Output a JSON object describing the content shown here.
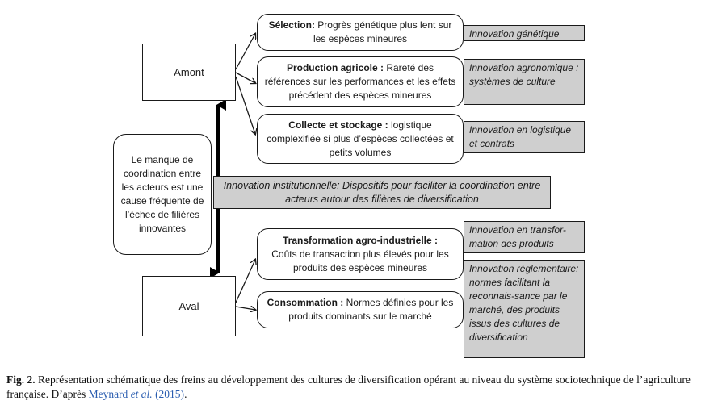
{
  "diagram": {
    "amont": "Amont",
    "aval": "Aval",
    "boxes": {
      "selection": {
        "title": "Sélection:",
        "text": " Progrès génétique plus lent sur les espèces mineures"
      },
      "production": {
        "title": "Production agricole :",
        "text": " Rareté des références sur les performances et les effets précédent des espèces mineures"
      },
      "collecte": {
        "title": "Collecte et stockage :",
        "text": " logistique complexifiée si plus d’espèces collectées et petits volumes"
      },
      "transformation": {
        "title": "Transformation agro-industrielle :",
        "text": "Coûts de transaction plus élevés pour les produits des espèces mineures"
      },
      "consommation": {
        "title": "Consommation :",
        "text": " Normes définies pour les produits dominants sur le marché"
      }
    },
    "innovations": {
      "genetique": "Innovation génétique",
      "agronomique": "Innovation agronomique : systèmes de culture",
      "logistique": "Innovation en logistique et contrats",
      "institutionnelle": "Innovation institutionnelle: Dispositifs pour faciliter la coordination entre acteurs autour des filières de diversification",
      "transformation": "Innovation en transfor-mation des produits",
      "reglementaire": "Innovation réglementaire: normes facilitant la reconnais-sance par le marché, des produits issus des cultures de diversification"
    },
    "side_note": "Le manque de coordination entre les acteurs est une cause fréquente de l’échec de filières innovantes"
  },
  "caption": {
    "label": "Fig. 2.",
    "text": " Représentation schématique des freins au développement des cultures de diversification opérant au niveau du système sociotechnique de l’agriculture française. D’après ",
    "ref_author": "Meynard",
    "ref_etal": "et al.",
    "ref_year": " (2015)",
    "end": "."
  }
}
